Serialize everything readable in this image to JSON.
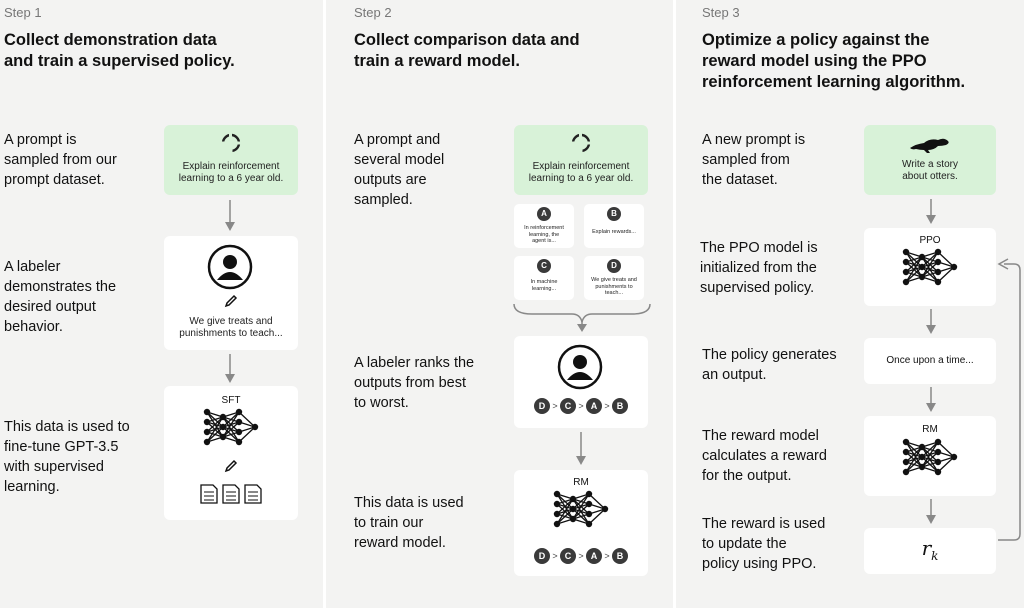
{
  "step1": {
    "label": "Step 1",
    "title": "Collect demonstration data\nand train a supervised policy.",
    "desc1": "A prompt is\nsampled from our\nprompt dataset.",
    "desc2": "A labeler\ndemonstrates the\ndesired output\nbehavior.",
    "desc3": "This data is used to\nfine-tune GPT-3.5\nwith supervised\nlearning.",
    "prompt": "Explain reinforcement\nlearning to a 6 year old.",
    "demo": "We give treats and\npunishments to teach...",
    "model": "SFT"
  },
  "step2": {
    "label": "Step 2",
    "title": "Collect comparison data and\ntrain a reward model.",
    "desc1": "A prompt and\nseveral model\noutputs are\nsampled.",
    "desc2": "A labeler ranks the\noutputs from best\nto worst.",
    "desc3": "This data is used\nto train our\nreward model.",
    "prompt": "Explain reinforcement\nlearning to a 6 year old.",
    "outputs": [
      {
        "letter": "A",
        "text": "In reinforcement\nlearning, the\nagent is..."
      },
      {
        "letter": "B",
        "text": "Explain rewards..."
      },
      {
        "letter": "C",
        "text": "In machine\nlearning..."
      },
      {
        "letter": "D",
        "text": "We give treats and\npunishments to\nteach..."
      }
    ],
    "ranking": [
      "D",
      "C",
      "A",
      "B"
    ],
    "ranking_sep": ">",
    "model": "RM"
  },
  "step3": {
    "label": "Step 3",
    "title": "Optimize a policy against the\nreward model using the PPO\nreinforcement learning algorithm.",
    "desc1": "A new prompt is\nsampled from\nthe dataset.",
    "desc2": "The PPO model is\ninitialized from the\nsupervised policy.",
    "desc3": "The policy generates\nan output.",
    "desc4": "The reward model\ncalculates a reward\nfor the output.",
    "desc5": "The reward is used\nto update the\npolicy using PPO.",
    "prompt": "Write a story\nabout otters.",
    "model1": "PPO",
    "output": "Once upon a time...",
    "model2": "RM",
    "reward": "r",
    "reward_sub": "k"
  },
  "icons": [
    "cycle-icon",
    "person-icon",
    "pencil-icon",
    "neural-network-icon",
    "document-icon",
    "otter-icon",
    "arrow-down-icon",
    "loop-arrow-icon"
  ]
}
